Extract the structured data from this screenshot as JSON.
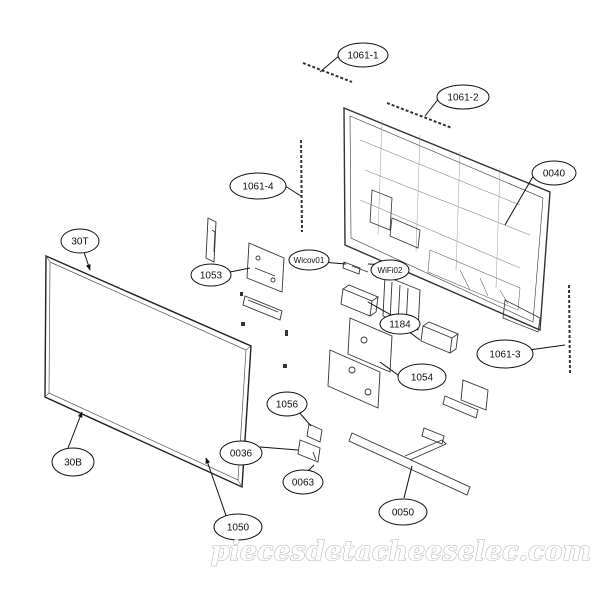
{
  "diagram": {
    "type": "exploded-parts-diagram",
    "callouts": {
      "c1061_1": "1061-1",
      "c1061_2": "1061-2",
      "c0040": "0040",
      "c1061_4": "1061-4",
      "c30T": "30T",
      "c1053": "1053",
      "cWicov01": "Wicov01",
      "cWiFi02": "WiFi02",
      "c1184": "1184",
      "c1054": "1054",
      "c1061_3": "1061-3",
      "c1056": "1056",
      "c0036": "0036",
      "c0063": "0063",
      "c30B": "30B",
      "c1050": "1050",
      "c0050": "0050"
    },
    "watermark": "piecesdetacheeselec.com"
  }
}
